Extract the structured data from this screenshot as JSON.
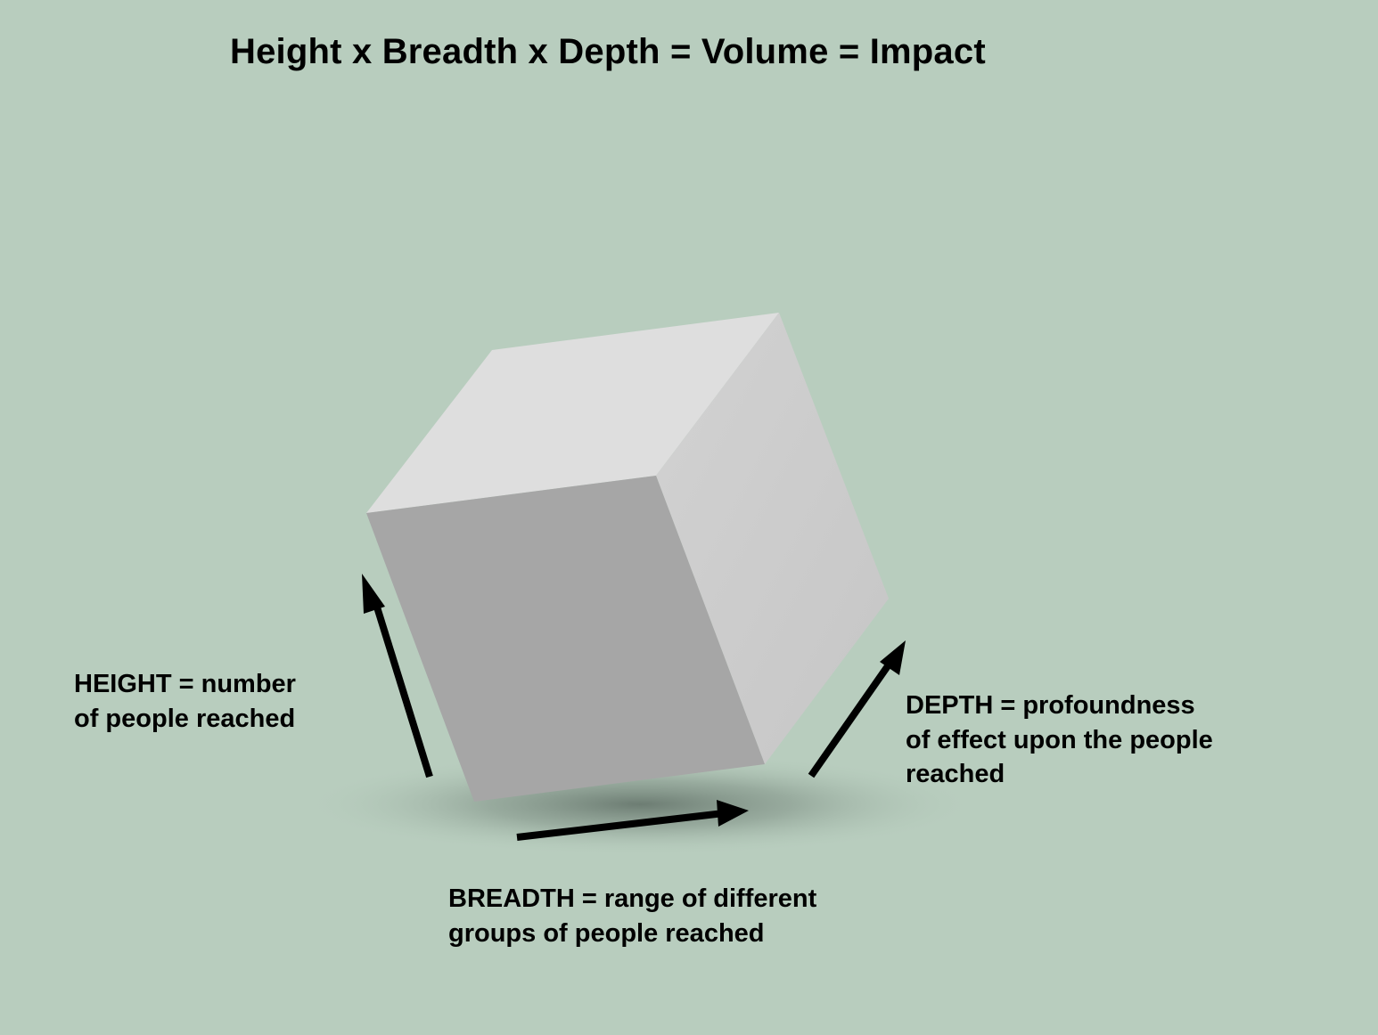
{
  "title": "Height x Breadth x Depth = Volume = Impact",
  "labels": {
    "height": {
      "line1": "HEIGHT = number",
      "line2": "of people reached"
    },
    "depth": {
      "line1": "DEPTH = profoundness",
      "line2": "of effect upon the people",
      "line3": "reached"
    },
    "breadth": {
      "line1": "BREADTH = range of different",
      "line2": "groups of people reached"
    }
  },
  "colors": {
    "background": "#B8CDBE",
    "cube_top": "#DEDEDE",
    "cube_front": "#A6A6A6",
    "cube_side": "#CACACA",
    "shadow": "#5F6E65",
    "arrow": "#000000",
    "text": "#000000"
  }
}
